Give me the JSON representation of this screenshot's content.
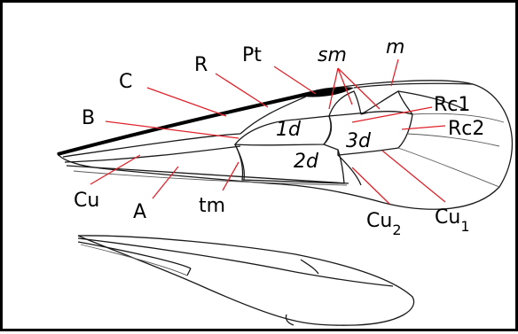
{
  "colors": {
    "leader": "#e0232b",
    "vein": "#1a1a1a",
    "background": "#ffffff",
    "frame": "#000000"
  },
  "labels": {
    "pt": "Pt",
    "sm": "sm",
    "m": "m",
    "r": "R",
    "c": "C",
    "b": "B",
    "rc1": "Rc1",
    "rc2": "Rc2",
    "d1": "1d",
    "d3": "3d",
    "d2": "2d",
    "cu": "Cu",
    "a": "A",
    "tm": "tm",
    "cu2_base": "Cu",
    "cu2_sub": "2",
    "cu1_base": "Cu",
    "cu1_sub": "1"
  }
}
